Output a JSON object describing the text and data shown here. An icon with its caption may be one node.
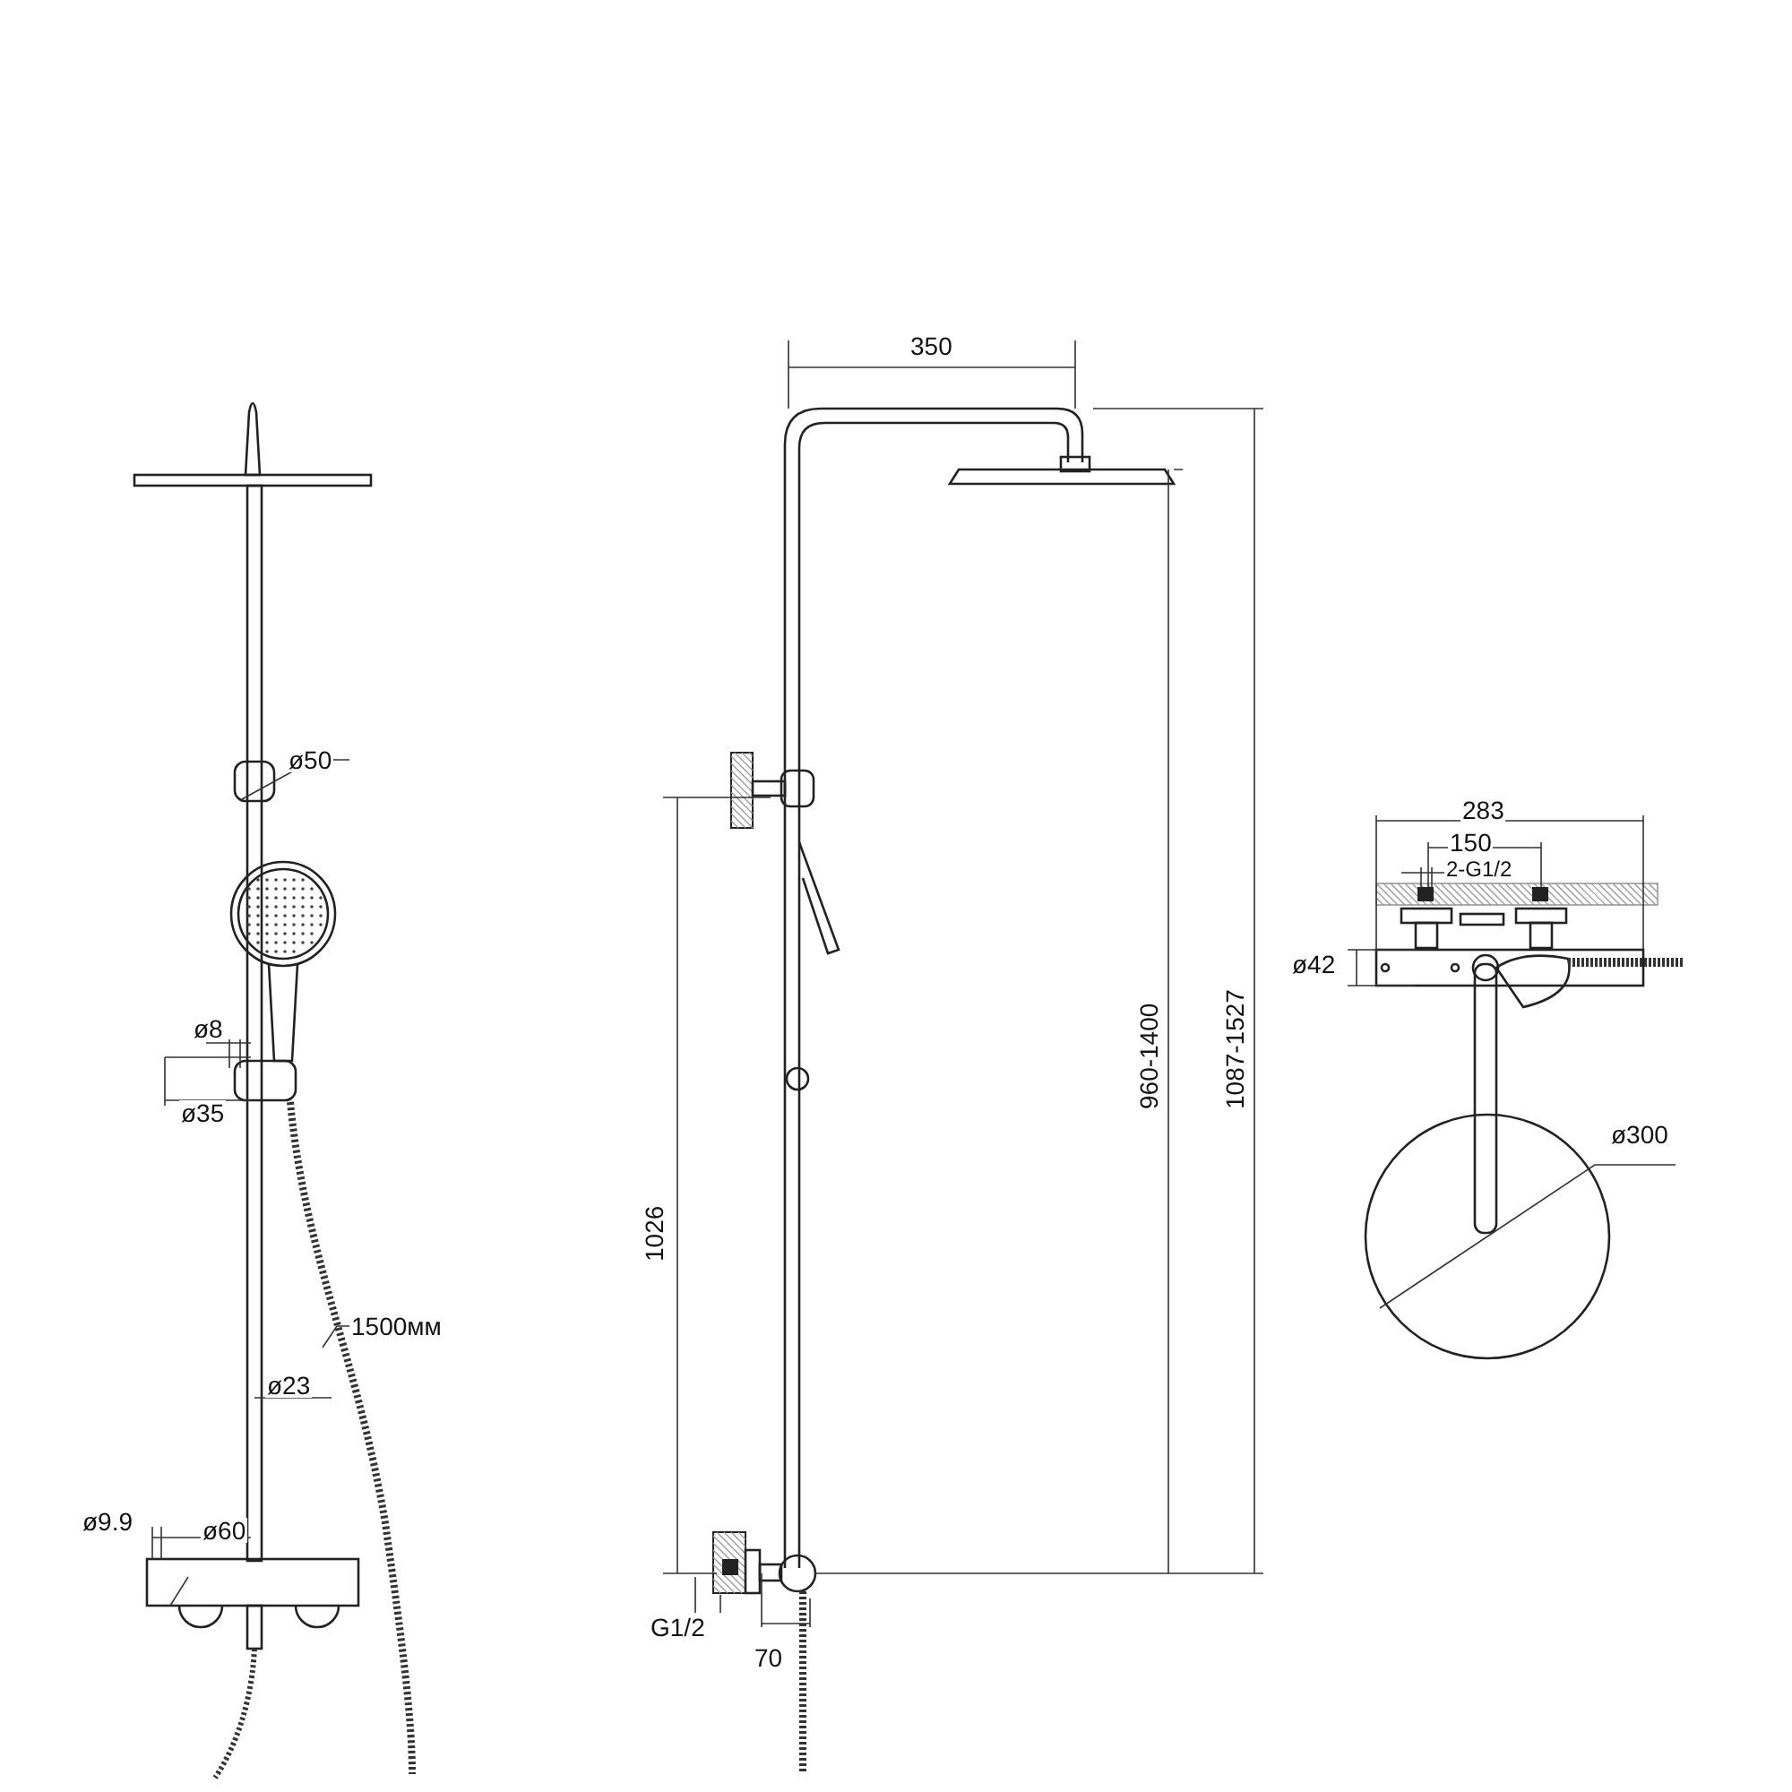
{
  "diagram": {
    "labels": [
      "ø50",
      "ø8",
      "ø35",
      "1500мм",
      "ø23",
      "ø9.9",
      "ø60",
      "350",
      "1026",
      "960-1400",
      "1087-1527",
      "G1/2",
      "70",
      "283",
      "150",
      "2-G1/2",
      "ø42",
      "ø300"
    ]
  }
}
